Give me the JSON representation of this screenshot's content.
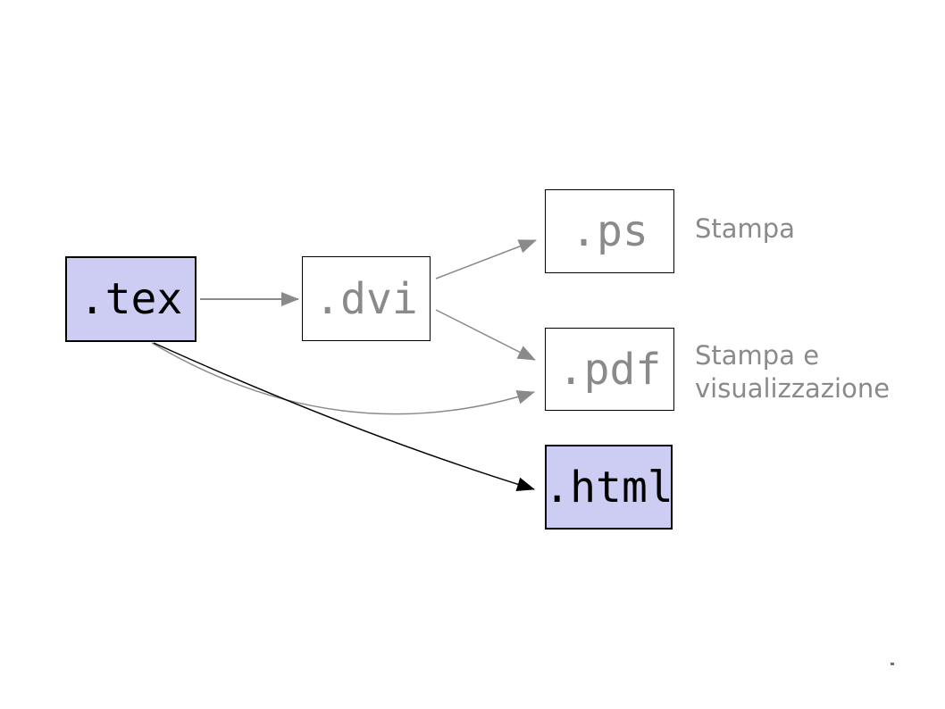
{
  "slide": {
    "background": "#ffffff"
  },
  "nodes": {
    "tex": {
      "label": ".tex",
      "style": "highlighted"
    },
    "dvi": {
      "label": ".dvi",
      "style": "plain"
    },
    "ps": {
      "label": ".ps",
      "style": "plain"
    },
    "pdf": {
      "label": ".pdf",
      "style": "plain"
    },
    "html": {
      "label": ".html",
      "style": "highlighted"
    }
  },
  "annotations": {
    "ps": "Stampa",
    "pdf": "Stampa e visualizzazione"
  },
  "edges": [
    {
      "from": ".tex",
      "to": ".dvi",
      "color": "gray",
      "shape": "straight"
    },
    {
      "from": ".dvi",
      "to": ".ps",
      "color": "gray",
      "shape": "straight"
    },
    {
      "from": ".dvi",
      "to": ".pdf",
      "color": "gray",
      "shape": "straight"
    },
    {
      "from": ".tex",
      "to": ".pdf",
      "color": "gray",
      "shape": "curved"
    },
    {
      "from": ".tex",
      "to": ".html",
      "color": "black",
      "shape": "curved"
    }
  ],
  "colors": {
    "highlight_fill": "#cdcdf3",
    "plain_fill": "#ffffff",
    "border": "#000000",
    "muted_text": "#8a8a8a",
    "arrow_gray": "#8a8a8a",
    "arrow_black": "#000000"
  }
}
